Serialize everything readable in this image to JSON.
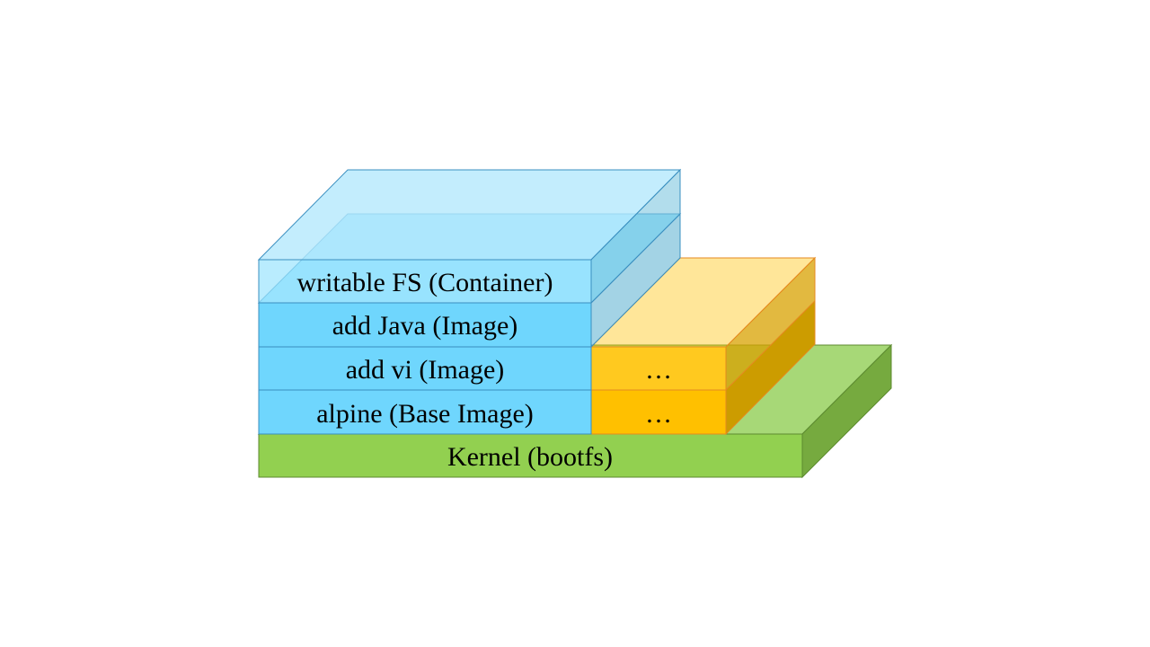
{
  "layers": {
    "writable_fs": {
      "label": "writable FS (Container)"
    },
    "add_java": {
      "label": "add Java (Image)"
    },
    "add_vi": {
      "label": "add vi (Image)"
    },
    "alpine": {
      "label": "alpine (Base Image)"
    },
    "kernel": {
      "label": "Kernel (bootfs)"
    },
    "other_upper": {
      "label": "…"
    },
    "other_lower": {
      "label": "…"
    }
  },
  "colors": {
    "image_layer": "#6fd6fd",
    "container_layer": "#8fe1fd",
    "container_top": "#c3edfd",
    "orange_front_lower": "#ffc000",
    "orange_front_upper": "#ffc91f",
    "orange_top": "#fee59b",
    "kernel_front": "#92d050",
    "kernel_top": "#a7d877",
    "kernel_side": "#76aa3f"
  }
}
